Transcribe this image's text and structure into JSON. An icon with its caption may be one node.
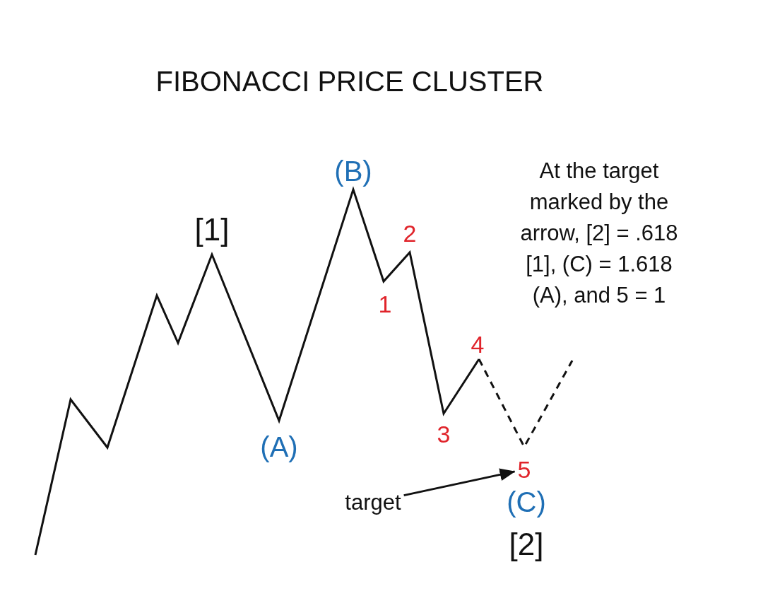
{
  "diagram": {
    "title": "FIBONACCI PRICE CLUSTER",
    "nodes": [
      {
        "text": [
          "target"
        ]
      },
      {
        "text": [
          "5"
        ]
      }
    ],
    "edges": [
      {
        "from": 0,
        "to": 1,
        "arrow": "to"
      }
    ],
    "labels": [
      "[1]",
      "(B)",
      "2",
      "1",
      "(A)",
      "4",
      "3",
      "(C)",
      "[2]",
      "At the target marked by the arrow, [2] = .618 [1], (C) = 1.618 (A), and 5 = 1"
    ]
  }
}
